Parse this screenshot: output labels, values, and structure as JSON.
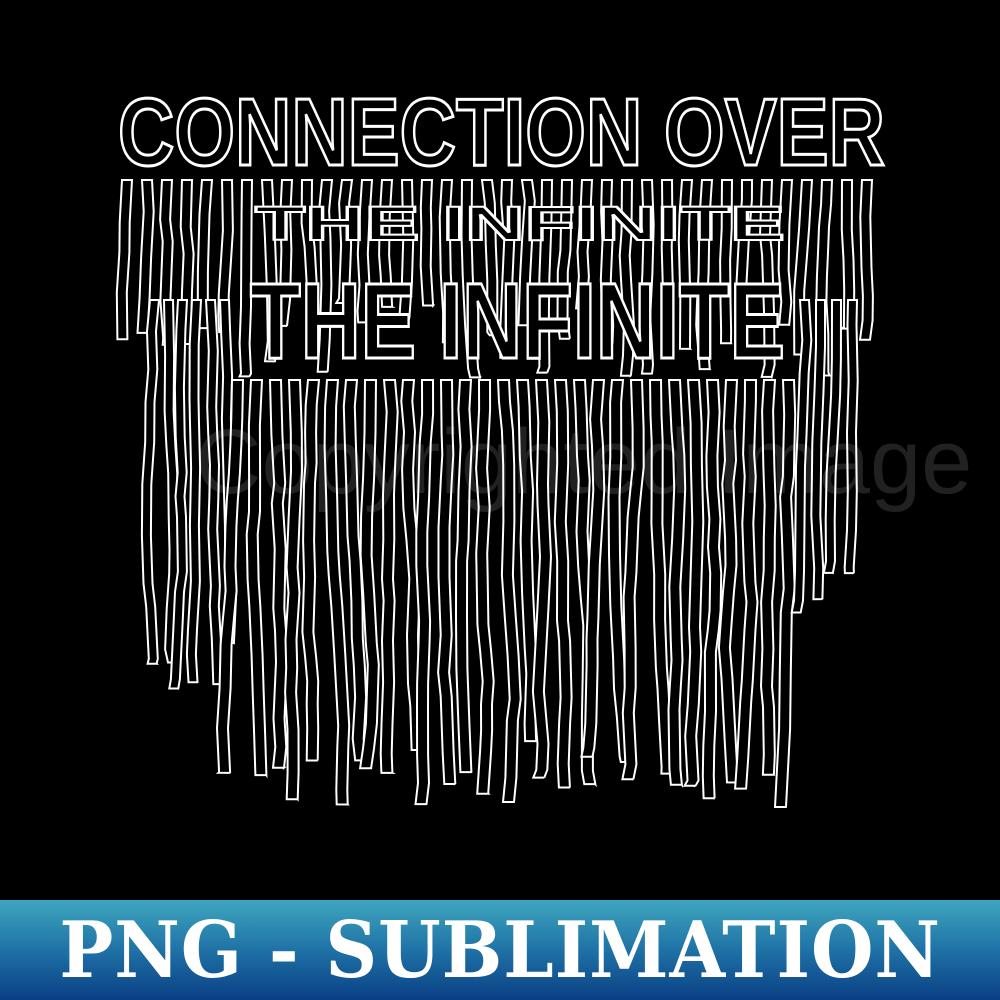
{
  "design": {
    "title_line_1": "CONNECTION OVER",
    "title_line_2": "THE INFINITE",
    "ghost_line": "THE INFINITE",
    "stroke_color": "#ffffff",
    "background_color": "#000000"
  },
  "watermark": {
    "text": "Copyrighted Image"
  },
  "banner": {
    "label": "PNG - SUBLIMATION",
    "gradient_top": "#3fa6be",
    "gradient_bottom": "#0a3f85"
  }
}
